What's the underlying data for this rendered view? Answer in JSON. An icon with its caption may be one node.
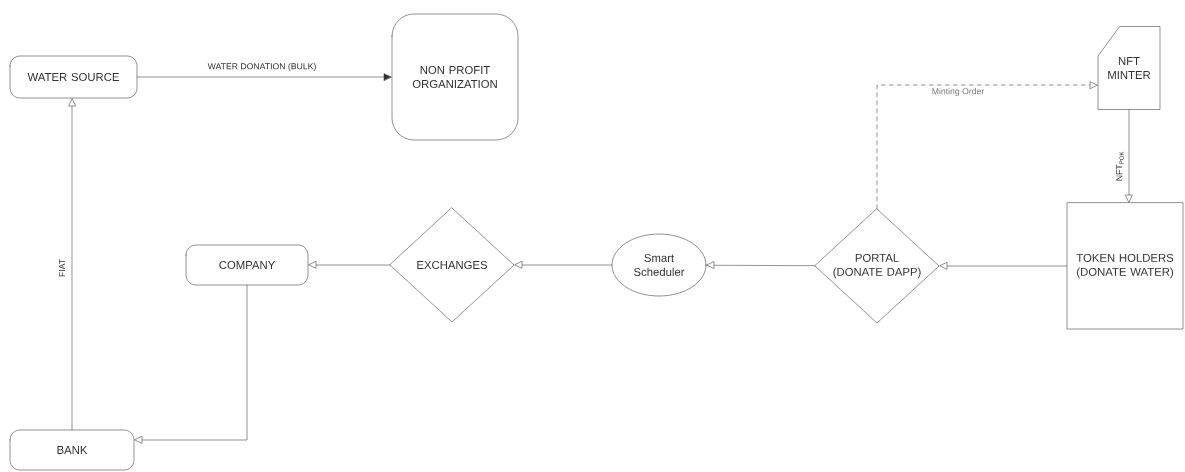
{
  "diagram": {
    "nodes": [
      {
        "text": [
          "WATER SOURCE"
        ]
      },
      {
        "text": [
          "NON PROFIT ORGANIZATION"
        ]
      },
      {
        "text": [
          "NFT MINTER"
        ]
      },
      {
        "text": [
          "COMPANY"
        ]
      },
      {
        "text": [
          "EXCHANGES"
        ]
      },
      {
        "text": [
          "Smart Scheduler"
        ]
      },
      {
        "text": [
          "PORTAL (DONATE DAPP)"
        ]
      },
      {
        "text": [
          "TOKEN HOLDERS (DONATE WATER)"
        ]
      },
      {
        "text": [
          "BANK"
        ]
      }
    ],
    "edges": [
      {
        "from": 0,
        "to": 1,
        "arrow": "to",
        "label": "WATER DONATION (BULK)"
      },
      {
        "from": 6,
        "to": 2,
        "arrow": "to",
        "label": "Minting Order",
        "style": "dashed"
      },
      {
        "from": 2,
        "to": 7,
        "arrow": "to",
        "label": "NFT$_{POK}$"
      },
      {
        "from": 7,
        "to": 6,
        "arrow": "to"
      },
      {
        "from": 6,
        "to": 5,
        "arrow": "to"
      },
      {
        "from": 5,
        "to": 4,
        "arrow": "to"
      },
      {
        "from": 4,
        "to": 3,
        "arrow": "to"
      },
      {
        "from": 3,
        "to": 8,
        "arrow": "to"
      },
      {
        "from": 8,
        "to": 0,
        "arrow": "to",
        "label": "FIAT"
      }
    ]
  }
}
